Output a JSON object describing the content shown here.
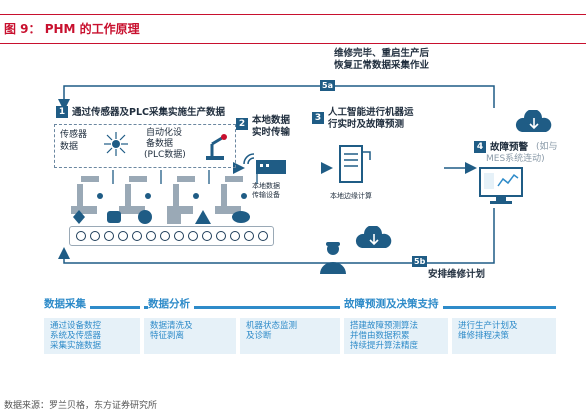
{
  "figure": {
    "title": "图 9： PHM 的工作原理",
    "source": "数据来源：罗兰贝格，东方证券研究所"
  },
  "steps": {
    "step1": {
      "num": "1",
      "label": "通过传感器及PLC采集实施生产数据"
    },
    "step2": {
      "num": "2",
      "label_line1": "本地数据",
      "label_line2": "实时传输"
    },
    "step3": {
      "num": "3",
      "label_line1": "人工智能进行机器运",
      "label_line2": "行实时及故障预测"
    },
    "step4": {
      "num": "4",
      "label": "故障预警",
      "note": "(如与",
      "note_line2": "MES系统连动)"
    },
    "step5a": {
      "tag": "5a",
      "label_line1": "维修完毕、重启生产后",
      "label_line2": "恢复正常数据采集作业"
    },
    "step5b": {
      "tag": "5b",
      "label": "安排维修计划"
    }
  },
  "data_sources": {
    "sensor_line1": "传感器",
    "sensor_line2": "数据",
    "auto_line1": "自动化设",
    "auto_line2": "备数据",
    "auto_line3": "(PLC数据)"
  },
  "devices": {
    "transmit_line1": "本地数据",
    "transmit_line2": "传输设备",
    "edge": "本地边缘计算"
  },
  "stages": [
    {
      "title": "数据采集",
      "text_lines": [
        "通过设备数控",
        "系统及传感器",
        "采集实施数据"
      ]
    },
    {
      "title": "数据分析",
      "text_lines": [
        "数据清洗及",
        "特征剥离"
      ]
    },
    {
      "title": "",
      "text_lines": [
        "机器状态监测",
        "及诊断"
      ]
    },
    {
      "title": "故障预测及决策支持",
      "text_lines": [
        "搭建故障预测算法",
        "并借由数据积累",
        "持续提升算法精度"
      ]
    },
    {
      "title": "",
      "text_lines": [
        "进行生产计划及",
        "维修排程决策"
      ]
    }
  ],
  "colors": {
    "accent_red": "#c8102e",
    "navy": "#1f5c85",
    "blue": "#2e8bc9",
    "panel_bg": "#e6f1f8"
  }
}
